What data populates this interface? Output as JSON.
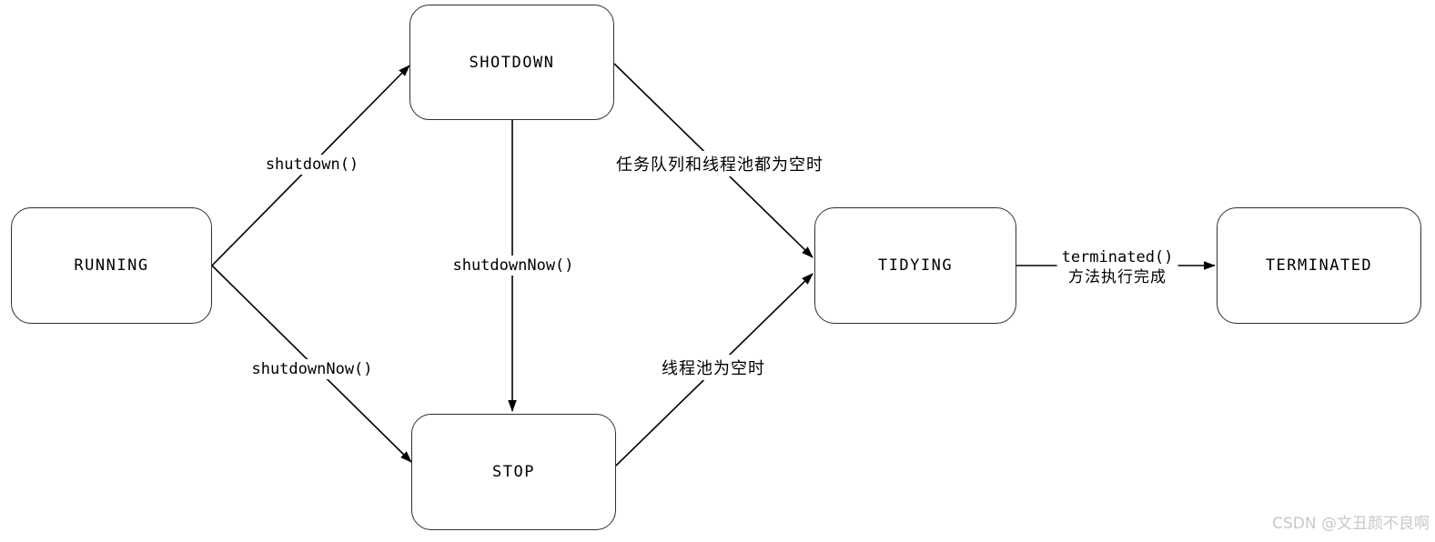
{
  "diagram": {
    "states": [
      {
        "label": "RUNNING"
      },
      {
        "label": "SHOTDOWN"
      },
      {
        "label": "STOP"
      },
      {
        "label": "TIDYING"
      },
      {
        "label": "TERMINATED"
      }
    ],
    "transitions": [
      {
        "from": "RUNNING",
        "to": "SHOTDOWN",
        "label": "shutdown()"
      },
      {
        "from": "RUNNING",
        "to": "STOP",
        "label": "shutdownNow()"
      },
      {
        "from": "SHOTDOWN",
        "to": "STOP",
        "label": "shutdownNow()"
      },
      {
        "from": "SHOTDOWN",
        "to": "TIDYING",
        "label": "任务队列和线程池都为空时"
      },
      {
        "from": "STOP",
        "to": "TIDYING",
        "label": "线程池为空时"
      },
      {
        "from": "TIDYING",
        "to": "TERMINATED",
        "label": "terminated()",
        "label_line2": "方法执行完成"
      }
    ],
    "watermark": "CSDN @文丑颜不良啊",
    "colors": {
      "line": "#000000",
      "box_border": "#2f2f2f",
      "box_fill": "#ffffff",
      "text": "#000000",
      "watermark": "#c8c8c8"
    }
  }
}
